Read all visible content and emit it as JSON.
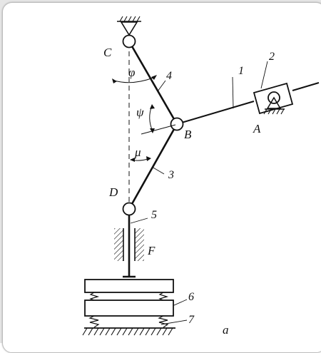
{
  "diagram": {
    "colors": {
      "ink": "#111111",
      "background": "#ffffff",
      "frame": "#e6e6e6"
    },
    "point_labels": {
      "A": "A",
      "B": "B",
      "C": "C",
      "D": "D",
      "F": "F"
    },
    "angle_labels": {
      "phi": "φ",
      "psi": "ψ",
      "mu": "μ"
    },
    "part_numbers": {
      "n1": "1",
      "n2": "2",
      "n3": "3",
      "n4": "4",
      "n5": "5",
      "n6": "6",
      "n7": "7"
    },
    "figure_label": "a"
  }
}
